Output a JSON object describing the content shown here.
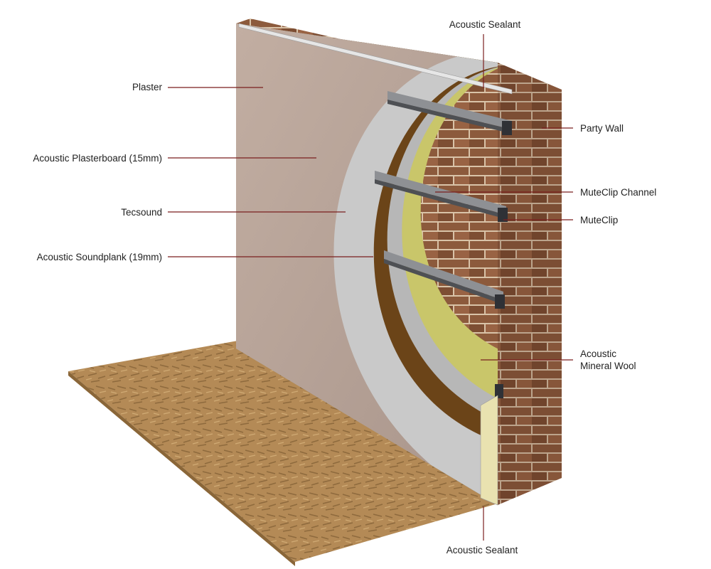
{
  "labels": {
    "sealant_top": "Acoustic Sealant",
    "plaster": "Plaster",
    "plasterboard": "Acoustic Plasterboard (15mm)",
    "tecsound": "Tecsound",
    "soundplank": "Acoustic Soundplank (19mm)",
    "party_wall": "Party Wall",
    "muteclip_channel": "MuteClip Channel",
    "muteclip": "MuteClip",
    "mineral_wool_line1": "Acoustic",
    "mineral_wool_line2": "Mineral Wool",
    "sealant_bottom": "Acoustic Sealant"
  },
  "colors": {
    "plaster": "#b8a498",
    "plasterboard": "#c9c9c9",
    "tecsound": "#6b4418",
    "soundplank": "#b7b7b7",
    "mineral_wool": "#c9c66a",
    "brick": "#8c5a3c",
    "mortar": "#d9c3a8",
    "floor": "#b48a56",
    "leader": "#7a1f1f"
  }
}
